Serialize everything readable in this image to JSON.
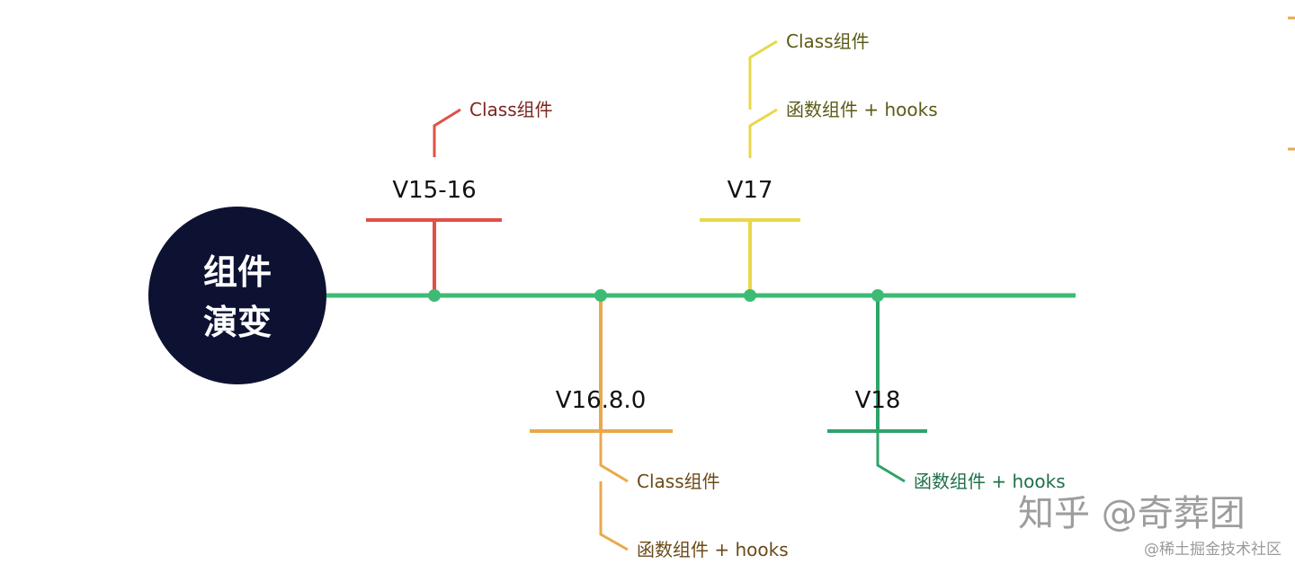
{
  "colors": {
    "hub": "#0d1233",
    "axis": "#3dbb74",
    "v15": "#e05046",
    "v16": "#e8a94c",
    "v17": "#e8d84a",
    "v18": "#2fa36a",
    "leaf_v15": "#7a2620",
    "leaf_v16": "#6b4a17",
    "leaf_v17": "#5c5a16",
    "leaf_v18": "#1f7048"
  },
  "hub": {
    "line1": "组件",
    "line2": "演变"
  },
  "versions": [
    {
      "label": "V15-16",
      "leaves": [
        "Class组件"
      ]
    },
    {
      "label": "V16.8.0",
      "leaves": [
        "Class组件",
        "函数组件 + hooks"
      ]
    },
    {
      "label": "V17",
      "leaves": [
        "Class组件",
        "函数组件 + hooks"
      ]
    },
    {
      "label": "V18",
      "leaves": [
        "函数组件 + hooks"
      ]
    }
  ],
  "watermark": {
    "main": "知乎 @奇葬团",
    "sub": "@稀土掘金技术社区"
  }
}
